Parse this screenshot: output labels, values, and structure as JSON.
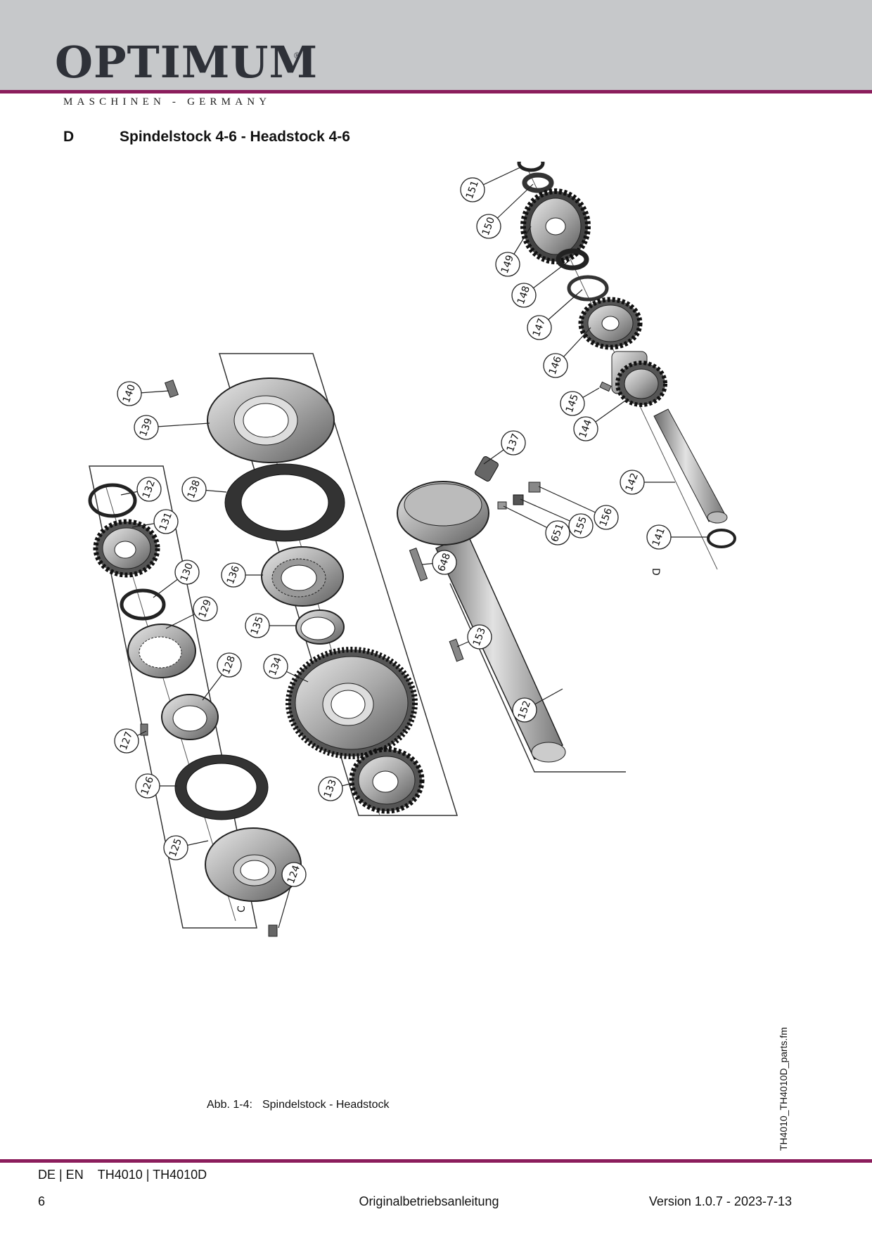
{
  "header": {
    "logo_text": "OPTIMUM",
    "logo_mark": "®",
    "tagline": "MASCHINEN - GERMANY"
  },
  "section": {
    "letter": "D",
    "title": "Spindelstock 4-6  -  Headstock 4-6"
  },
  "drawing": {
    "part_numbers": [
      "151",
      "150",
      "149",
      "148",
      "147",
      "146",
      "145",
      "144",
      "142",
      "141",
      "137",
      "156",
      "155",
      "651",
      "648",
      "153",
      "152",
      "140",
      "139",
      "138",
      "136",
      "135",
      "134",
      "133",
      "132",
      "131",
      "130",
      "129",
      "128",
      "127",
      "126",
      "125",
      "124"
    ],
    "section_markers": [
      "D",
      "C"
    ]
  },
  "figure": {
    "number": "Abb. 1-4:",
    "caption": "Spindelstock - Headstock"
  },
  "side_file": "TH4010_TH4010D_parts.fm",
  "footer": {
    "lang": "DE | EN",
    "models": "TH4010  |  TH4010D",
    "page": "6",
    "doc_type": "Originalbetriebsanleitung",
    "version": "Version 1.0.7 - 2023-7-13"
  },
  "colors": {
    "header_band": "#c6c8ca",
    "accent_rule": "#8b1d5c",
    "logo": "#2e3138"
  }
}
